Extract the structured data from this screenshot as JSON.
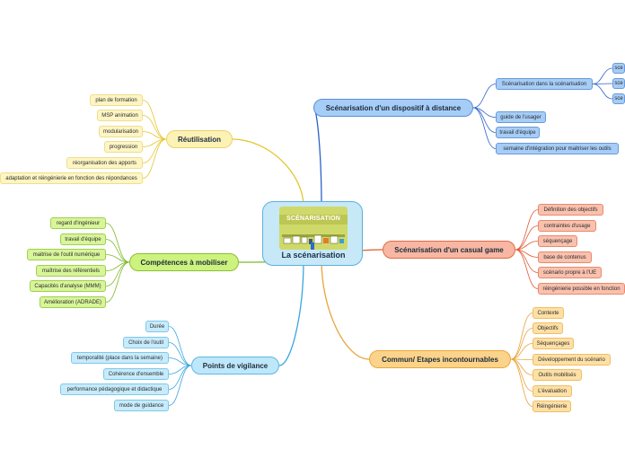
{
  "center": {
    "title": "La scénarisation",
    "image_title": "SCÉNARISATION"
  },
  "branches": [
    {
      "id": "dispositif",
      "label": "Scénarisation d'un dispositif à distance",
      "color": "#2a62c9",
      "theme": "blue",
      "children": [
        {
          "label": "Scénarisation dans la scénarisation",
          "children": [
            {
              "label": "sce"
            },
            {
              "label": "sce"
            },
            {
              "label": "sce"
            }
          ]
        },
        {
          "label": "guide de l'usager"
        },
        {
          "label": "travail d'équipe"
        },
        {
          "label": "semaine d'intégration pour maitriser les outils"
        }
      ]
    },
    {
      "id": "casual",
      "label": "Scénarisation d'un casual game",
      "color": "#e05a35",
      "theme": "red",
      "children": [
        {
          "label": "Définition des objectifs"
        },
        {
          "label": "contraintes d'usage"
        },
        {
          "label": "séquençage"
        },
        {
          "label": "base de contenus"
        },
        {
          "label": "scénario propre à l'UE"
        },
        {
          "label": "réingénierie possible en fonction"
        }
      ]
    },
    {
      "id": "commun",
      "label": "Commun/ Etapes incontournables",
      "color": "#eaa43a",
      "theme": "orange",
      "children": [
        {
          "label": "Contexte"
        },
        {
          "label": "Objectifs"
        },
        {
          "label": "Séquençages"
        },
        {
          "label": "Développement du scénario"
        },
        {
          "label": "Outils mobilisés"
        },
        {
          "label": "L'évaluation"
        },
        {
          "label": "Réingénierie"
        }
      ]
    },
    {
      "id": "vigilance",
      "label": "Points de vigilance",
      "color": "#3aa6e0",
      "theme": "cyan",
      "children": [
        {
          "label": "Durée"
        },
        {
          "label": "Choix de l'outil"
        },
        {
          "label": "temporalité (place dans la semaine)"
        },
        {
          "label": "Cohérence d'ensemble"
        },
        {
          "label": "performance pédagogique et didactique"
        },
        {
          "label": "mode de guidance"
        }
      ]
    },
    {
      "id": "competences",
      "label": "Compétences à mobiliser",
      "color": "#7fb82a",
      "theme": "green",
      "children": [
        {
          "label": "regard d'ingénieur"
        },
        {
          "label": "travail d'équipe"
        },
        {
          "label": "maitrise de l'outil numérique"
        },
        {
          "label": "maîtrise des référentiels"
        },
        {
          "label": "Capacités d'analyse (MMM)"
        },
        {
          "label": "Amélioration (ADRADE)"
        }
      ]
    },
    {
      "id": "reutilisation",
      "label": "Réutilisation",
      "color": "#e6c52c",
      "theme": "yellow",
      "children": [
        {
          "label": "plan de formation"
        },
        {
          "label": "MSP animation"
        },
        {
          "label": "modularisation"
        },
        {
          "label": "progression"
        },
        {
          "label": "réorganisation des apports"
        },
        {
          "label": "adaptation et réingénierie en fonction des répondances"
        }
      ]
    }
  ]
}
